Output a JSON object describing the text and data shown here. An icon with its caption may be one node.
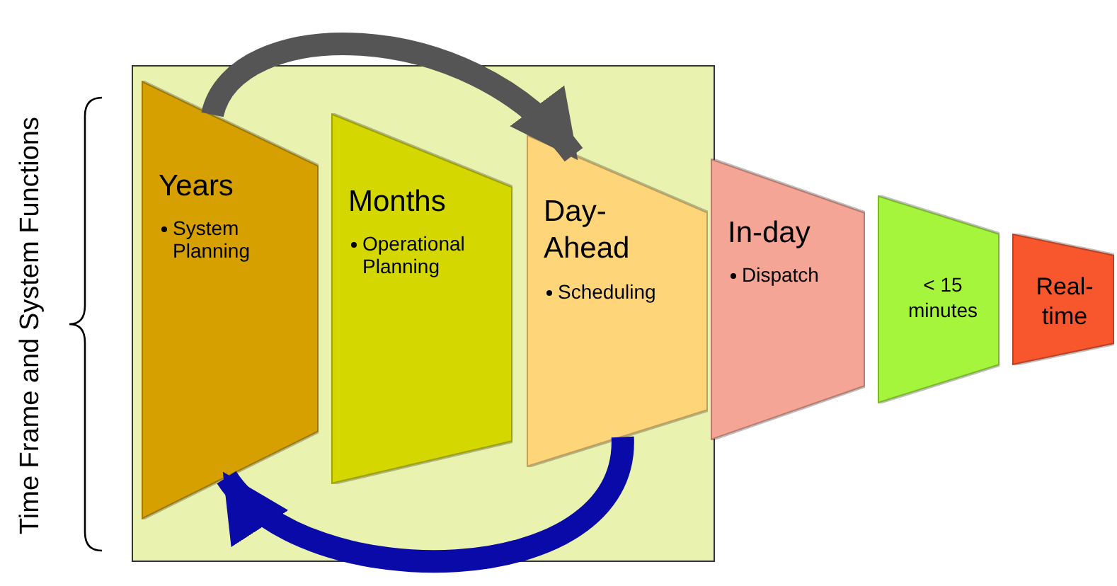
{
  "diagram": {
    "nodes": [
      {
        "text": [],
        "shape": "box"
      },
      {
        "text": [
          "Years",
          "System Planning"
        ],
        "in": 0
      },
      {
        "text": [
          "Months",
          "Operational Planning"
        ],
        "in": 0
      },
      {
        "text": [
          "Day-Ahead",
          "Scheduling"
        ],
        "in": 0
      },
      {
        "text": [
          "In-day",
          "Dispatch"
        ]
      },
      {
        "text": [
          "< 15 minutes"
        ]
      },
      {
        "text": [
          "Real-time"
        ]
      }
    ],
    "edges": [
      {
        "from": 1,
        "to": 3,
        "arrow": "to",
        "color": "#555555"
      },
      {
        "from": 3,
        "to": 1,
        "arrow": "to",
        "color": "#0a0aa8"
      }
    ],
    "labels": [
      "Time Frame and System Functions"
    ]
  }
}
